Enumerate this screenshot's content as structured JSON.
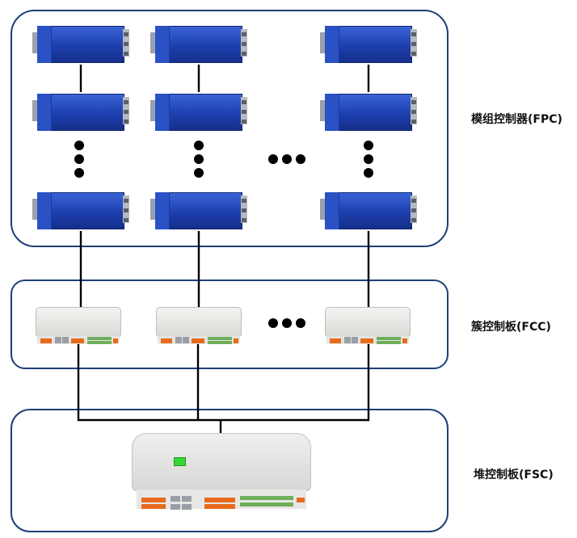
{
  "labels": {
    "fpc": "模组控制器(FPC)",
    "fcc": "簇控制板(FCC)",
    "fsc": "堆控制板(FSC)"
  },
  "colors": {
    "panel_border": "#1f3f77",
    "module_blue": "#1d3fae",
    "wire": "#000000",
    "terminal_orange": "#e86b1c",
    "terminal_green": "#6fae5a",
    "status_led": "#35d635"
  },
  "icons": {
    "module": "battery-module-controller-icon",
    "fcc": "cluster-control-board-icon",
    "fsc": "stack-control-board-icon",
    "ellipsis": "ellipsis-dots-icon"
  }
}
